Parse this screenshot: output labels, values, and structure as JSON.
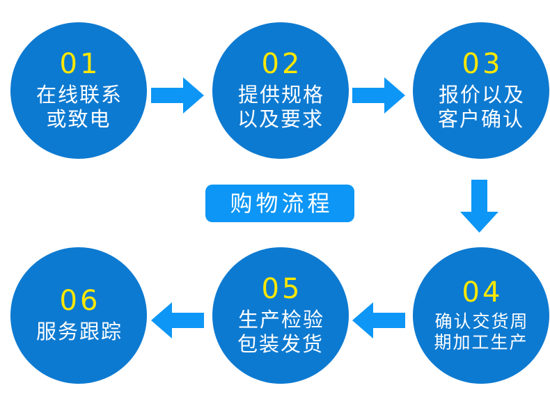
{
  "diagram": {
    "title": "购物流程",
    "colors": {
      "circle_blue": "#0d7ad1",
      "arrow_blue": "#0d96f5",
      "badge_blue": "#0d96f5",
      "number_yellow": "#ffe800",
      "label_white": "#ffffff",
      "background": "#ffffff"
    },
    "steps": [
      {
        "number": "01",
        "label": "在线联系\n或致电"
      },
      {
        "number": "02",
        "label": "提供规格\n以及要求"
      },
      {
        "number": "03",
        "label": "报价以及\n客户确认"
      },
      {
        "number": "04",
        "label": "确认交货周\n期加工生产"
      },
      {
        "number": "05",
        "label": "生产检验\n包装发货"
      },
      {
        "number": "06",
        "label": "服务跟踪"
      }
    ],
    "arrows": [
      {
        "name": "arrow-step-01-to-02",
        "direction": "right"
      },
      {
        "name": "arrow-step-02-to-03",
        "direction": "right"
      },
      {
        "name": "arrow-step-03-to-04",
        "direction": "down"
      },
      {
        "name": "arrow-step-04-to-05",
        "direction": "left"
      },
      {
        "name": "arrow-step-05-to-06",
        "direction": "left"
      }
    ]
  }
}
